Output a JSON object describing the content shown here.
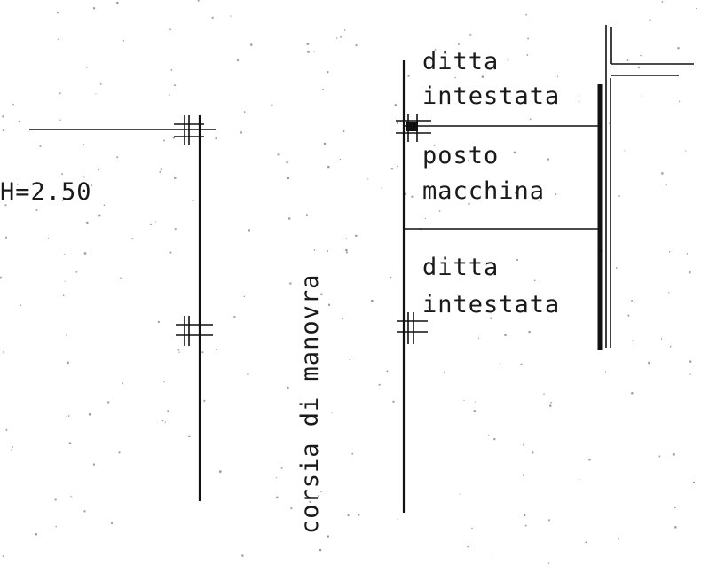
{
  "labels": {
    "height": "H=2.50",
    "aisle": "corsia di manovra",
    "unit_top": [
      "ditta",
      "intestata"
    ],
    "parking": [
      "posto",
      "macchina"
    ],
    "unit_bottom": [
      "ditta",
      "intestata"
    ]
  }
}
